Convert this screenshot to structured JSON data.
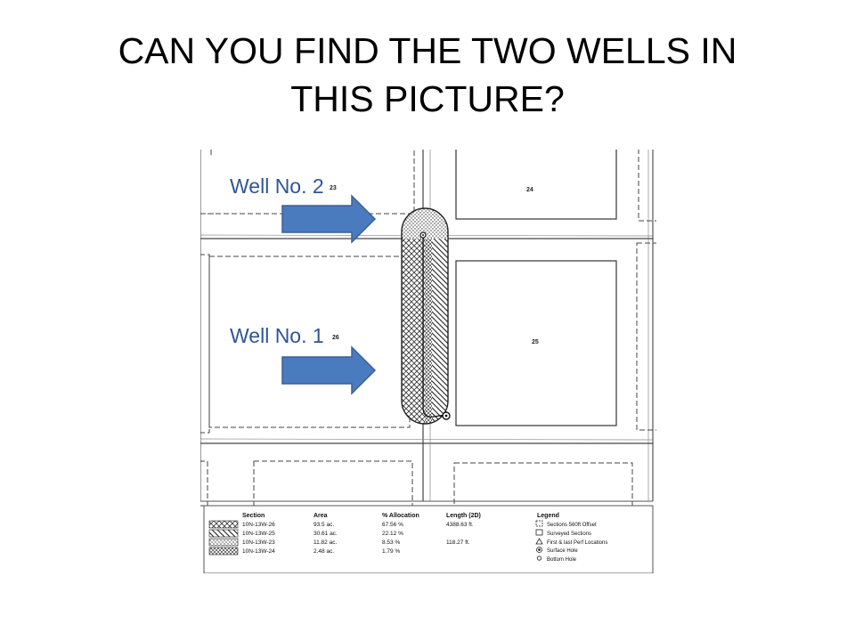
{
  "slide": {
    "title_line1": "CAN YOU FIND THE TWO WELLS IN",
    "title_line2": "THIS PICTURE?"
  },
  "callouts": {
    "well2_label": "Well No. 2",
    "well1_label": "Well No. 1",
    "arrow_color": "#4a7bbf",
    "arrow_border": "#3a5f96",
    "label_color": "#2e5597"
  },
  "map": {
    "section_numbers": {
      "s23": "23",
      "s24": "24",
      "s26": "26",
      "s25": "25"
    }
  },
  "table": {
    "headers": {
      "section": "Section",
      "area": "Area",
      "allocation": "% Allocation",
      "length": "Length (2D)",
      "legend": "Legend"
    },
    "rows": [
      {
        "section": "10N-13W-26",
        "area": "93.5 ac.",
        "allocation": "67.56 %",
        "length": "4388.63 ft."
      },
      {
        "section": "10N-13W-25",
        "area": "30.61 ac.",
        "allocation": "22.12 %",
        "length": ""
      },
      {
        "section": "10N-13W-23",
        "area": "11.82 ac.",
        "allocation": "8.53 %",
        "length": "118.27 ft."
      },
      {
        "section": "10N-13W-24",
        "area": "2.48 ac.",
        "allocation": "1.79 %",
        "length": ""
      }
    ],
    "legend_items": [
      "Sections 560ft Offset",
      "Surveyed Sections",
      "First & last Perf Locations",
      "Surface Hole",
      "Bottom Hole"
    ]
  }
}
